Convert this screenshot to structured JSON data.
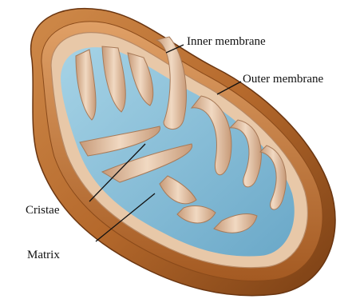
{
  "labels": {
    "inner_membrane": "Inner membrane",
    "outer_membrane": "Outer membrane",
    "cristae": "Cristae",
    "matrix": "Matrix"
  },
  "colors": {
    "outer_membrane": "#b5692c",
    "outer_membrane_dark": "#7a3f14",
    "inner_membrane": "#e8c8a8",
    "inner_membrane_edge": "#b88a66",
    "matrix": "#8ec3dc",
    "matrix_dark": "#6aa8c8",
    "leader_line": "#111111"
  }
}
